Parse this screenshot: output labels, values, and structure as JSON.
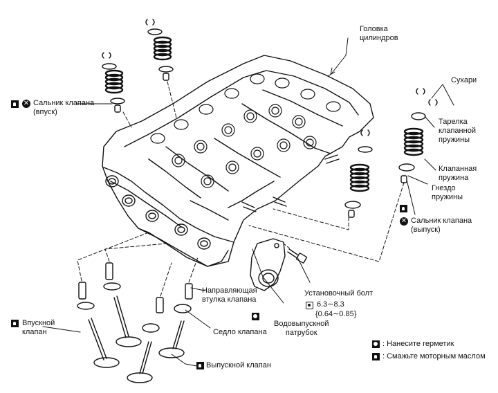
{
  "labels": {
    "cylinder_head": "Головка\nцилиндров",
    "keepers": "Сухари",
    "spring_retainer": "Тарелка\nклапанной\nпружины",
    "valve_spring": "Клапанная\nпружина",
    "spring_seat": "Гнездо\nпружины",
    "seal_exhaust": "Сальник клапана\n(выпуск)",
    "seal_intake": "Сальник клапана\n(впуск)",
    "valve_guide": "Направляющая\nвтулка клапана",
    "valve_seat": "Седло клапана",
    "water_outlet": "Водовыпускной\nпатрубок",
    "mount_bolt": "Установочный болт",
    "torque_value": "6.3∼8.3",
    "torque_alt": "{0.64∼0.85}",
    "intake_valve": "Впускной\nклапан",
    "exhaust_valve": "Выпускной клапан"
  },
  "legend": {
    "sealant": ": Нанесите герметик",
    "oil": ": Смажьте моторным маслом"
  },
  "icons": {
    "oil": "oil-can-icon",
    "no_reuse": "no-reuse-icon",
    "sealant": "sealant-icon",
    "torque": "torque-wrench-icon"
  },
  "colors": {
    "ink": "#111111",
    "paper": "#ffffff"
  }
}
